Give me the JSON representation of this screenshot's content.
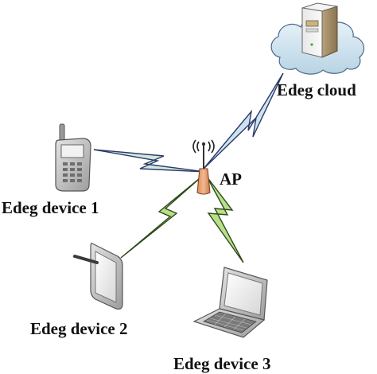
{
  "labels": {
    "edge_cloud": "Edeg cloud",
    "access_point": "AP",
    "device_1": "Edeg device 1",
    "device_2": "Edeg device 2",
    "device_3": "Edeg device 3"
  },
  "icons": {
    "cloud": "cloud-server-icon",
    "access_point": "wireless-access-point-icon",
    "device_1": "mobile-phone-icon",
    "device_2": "tablet-icon",
    "device_3": "laptop-icon"
  },
  "colors": {
    "link_stroke_cloud": "#2a3a6a",
    "link_fill_cloud": "#cfe3ef",
    "link_stroke_green": "#2f4a1a",
    "link_fill_green": "#b8e08a",
    "cloud_fill": "#cfe3ef",
    "ap_body": "#f0a878",
    "device_gray": "#b9b9b9"
  }
}
